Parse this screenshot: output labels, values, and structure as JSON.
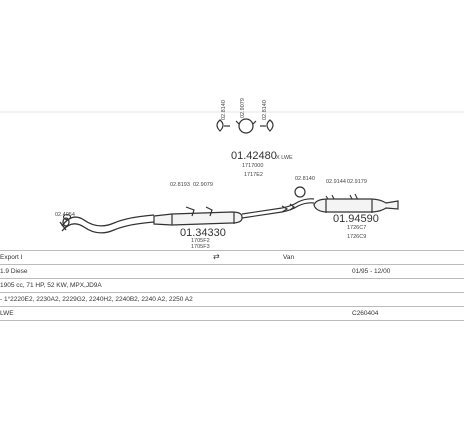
{
  "parts": {
    "top_cluster": {
      "number": "01.42480",
      "suffix": "X LWE",
      "refs": [
        "1717000",
        "1717E2"
      ],
      "clamps": [
        "02.8140",
        "02.9079",
        "02.8140"
      ]
    },
    "middle": {
      "number": "01.34330",
      "refs": [
        "1705F2",
        "1705F3"
      ],
      "clamps": [
        "02.8193",
        "02.9079"
      ]
    },
    "rear": {
      "number": "01.94590",
      "refs": [
        "1726C7",
        "1726C9"
      ],
      "clamps": [
        "02.8140",
        "02.9144",
        "02.9179"
      ]
    },
    "front_clamp": "02.4054"
  },
  "info": {
    "make": "Export I",
    "model_col": "Van",
    "engine": "1.9 Diese",
    "date_range": "01/95 - 12/00",
    "spec": "1905 cc, 71 HP, 52 KW, MPX,JD9A",
    "oem": "- 1°2220E2, 2230A2, 2229G2, 2240H2, 2240B2, 2240 A2, 2250 A2",
    "wheelbase": "LWE",
    "code": "C260404"
  }
}
